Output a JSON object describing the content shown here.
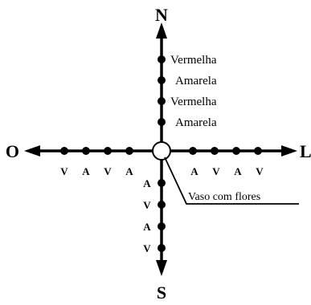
{
  "directions": {
    "north": "N",
    "south": "S",
    "east": "L",
    "west": "O"
  },
  "north_labels": [
    "Vermelha",
    "Amarela",
    "Vermelha",
    "Amarela"
  ],
  "west_labels": [
    "V",
    "A",
    "V",
    "A"
  ],
  "east_labels": [
    "A",
    "V",
    "A",
    "V"
  ],
  "south_labels": [
    "A",
    "V",
    "A",
    "V"
  ],
  "center_label": "Vaso com flores"
}
